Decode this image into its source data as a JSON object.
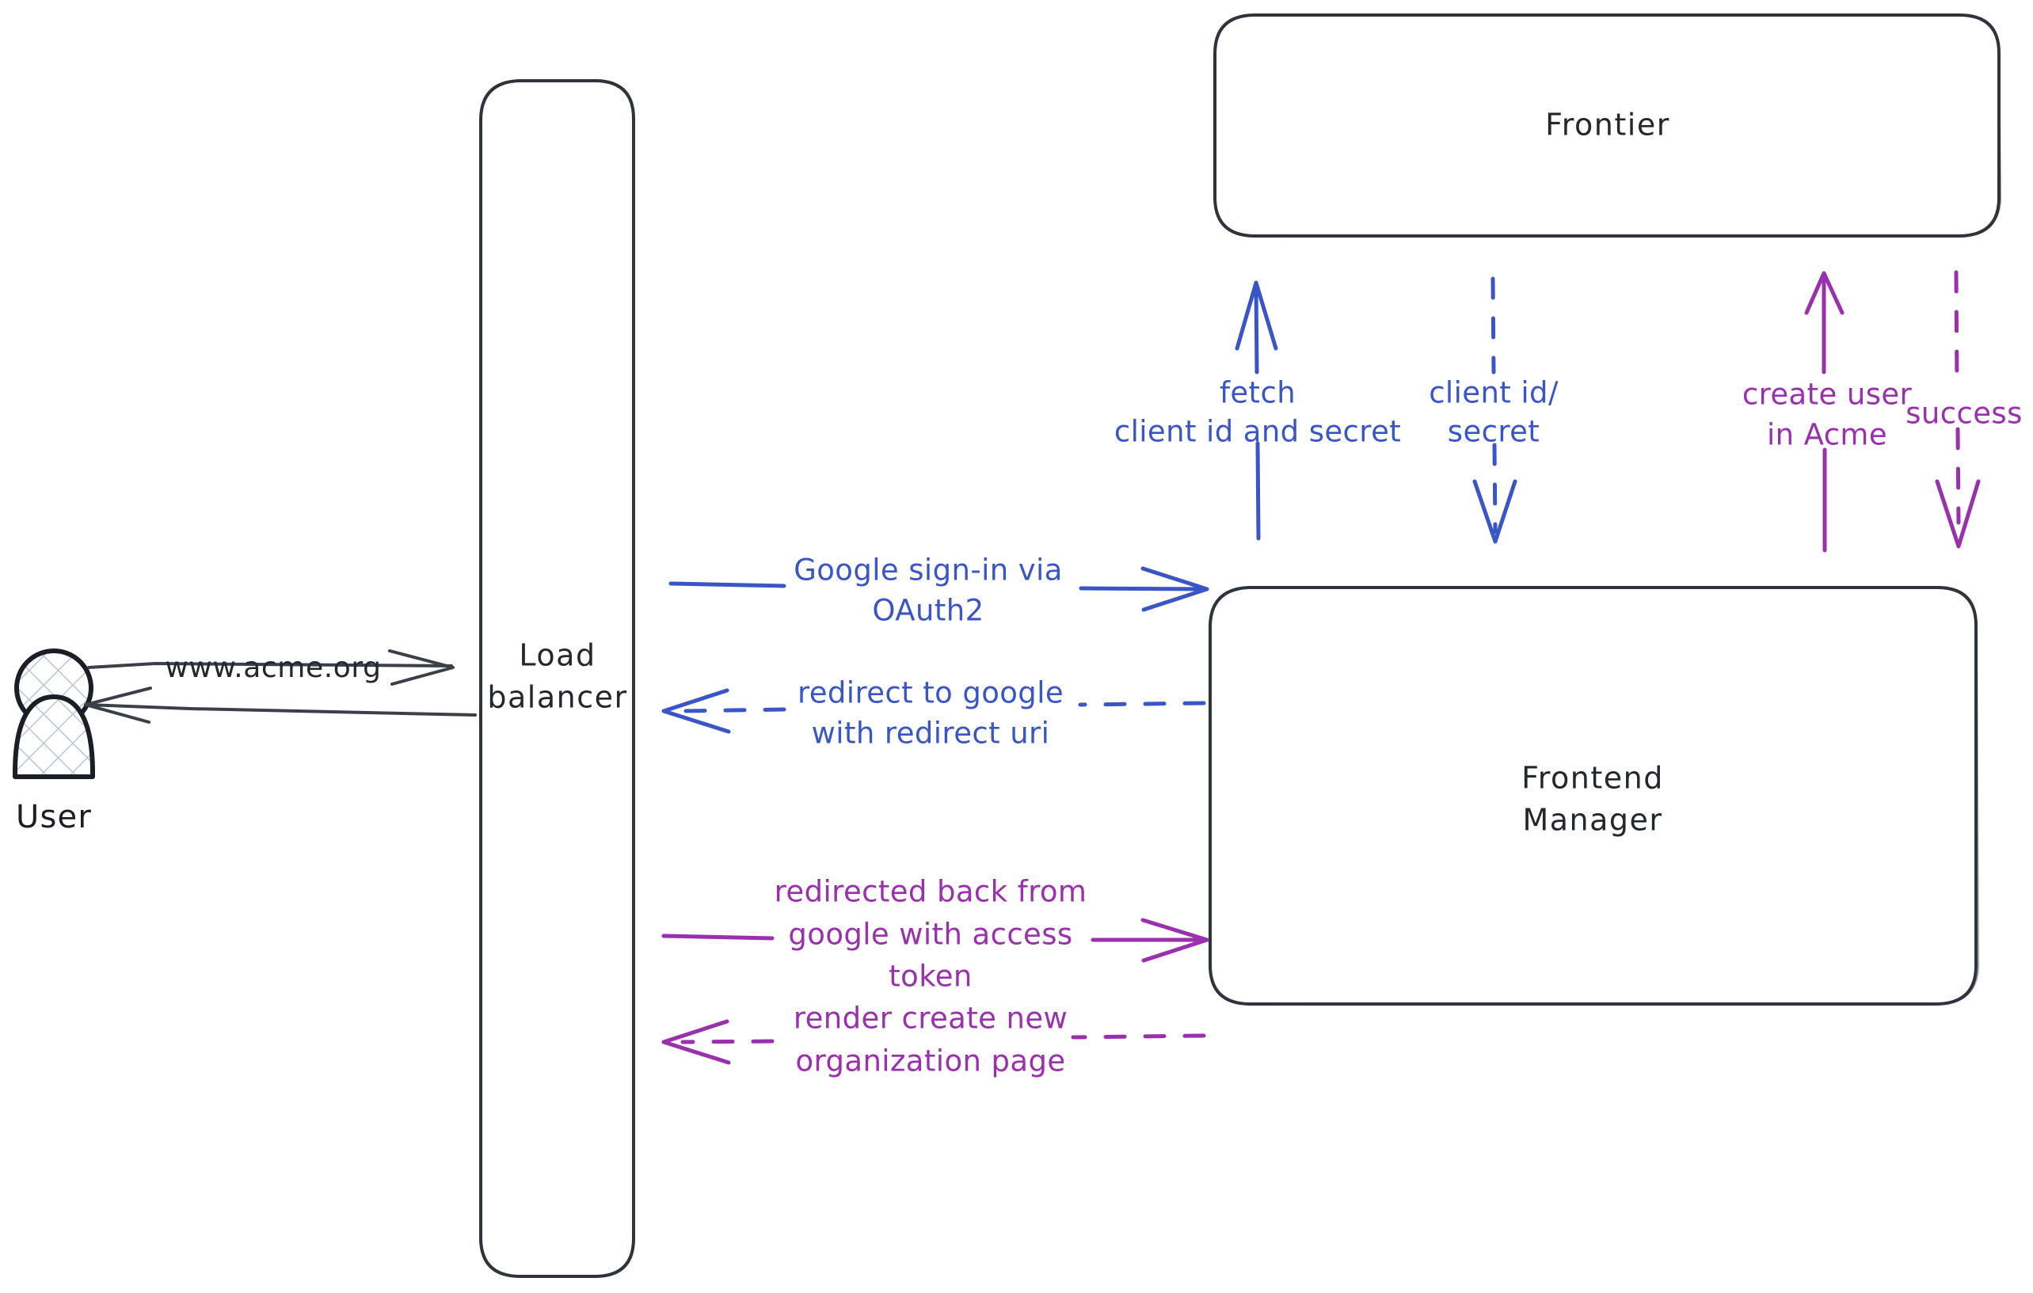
{
  "diagram": {
    "title": "Google OAuth2 sign-in sequence",
    "background": "#ffffff",
    "colors": {
      "node_stroke": "#2e333c",
      "node_fill": "#ffffff",
      "black_edge": "#3a3f48",
      "blue": "#3a56c6",
      "purple": "#9a30ad",
      "text": "#23272e"
    },
    "nodes": [
      {
        "id": "user",
        "label": "User",
        "kind": "actor"
      },
      {
        "id": "lb",
        "label_line1": "Load",
        "label_line2": "balancer",
        "kind": "rounded-rect"
      },
      {
        "id": "frontier",
        "label": "Frontier",
        "kind": "rounded-rect"
      },
      {
        "id": "frontend",
        "label_line1": "Frontend",
        "label_line2": "Manager",
        "kind": "rounded-rect"
      }
    ],
    "edges": [
      {
        "id": "user-to-lb",
        "from": "user",
        "to": "lb",
        "label_lines": [
          "www.acme.org"
        ],
        "color": "#3a3f48",
        "style": "solid",
        "direction": "right"
      },
      {
        "id": "lb-to-user",
        "from": "lb",
        "to": "user",
        "label_lines": [],
        "color": "#3a3f48",
        "style": "solid",
        "direction": "left"
      },
      {
        "id": "lb-to-frontend-signin",
        "from": "lb",
        "to": "frontend",
        "label_lines": [
          "Google sign-in via",
          "OAuth2"
        ],
        "color": "#3a56c6",
        "style": "solid",
        "direction": "right"
      },
      {
        "id": "frontend-to-lb-redirect",
        "from": "frontend",
        "to": "lb",
        "label_lines": [
          "redirect to google",
          "with redirect uri"
        ],
        "color": "#3a56c6",
        "style": "dashed",
        "direction": "left"
      },
      {
        "id": "lb-to-frontend-token",
        "from": "lb",
        "to": "frontend",
        "label_lines": [
          "redirected back from",
          "google with access",
          "token"
        ],
        "color": "#9a30ad",
        "style": "solid",
        "direction": "right"
      },
      {
        "id": "frontend-to-lb-render",
        "from": "frontend",
        "to": "lb",
        "label_lines": [
          "render create new",
          "organization page"
        ],
        "color": "#9a30ad",
        "style": "dashed",
        "direction": "left"
      },
      {
        "id": "frontend-to-frontier-fetch",
        "from": "frontend",
        "to": "frontier",
        "label_lines": [
          "fetch",
          "client id and secret"
        ],
        "color": "#3a56c6",
        "style": "solid",
        "direction": "up"
      },
      {
        "id": "frontier-to-frontend-creds",
        "from": "frontier",
        "to": "frontend",
        "label_lines": [
          "client id/",
          "secret"
        ],
        "color": "#3a56c6",
        "style": "dashed",
        "direction": "down"
      },
      {
        "id": "frontend-to-frontier-create-user",
        "from": "frontend",
        "to": "frontier",
        "label_lines": [
          "create user",
          "in Acme"
        ],
        "color": "#9a30ad",
        "style": "solid",
        "direction": "up"
      },
      {
        "id": "frontier-to-frontend-success",
        "from": "frontier",
        "to": "frontend",
        "label_lines": [
          "success"
        ],
        "color": "#9a30ad",
        "style": "dashed",
        "direction": "down"
      }
    ]
  }
}
